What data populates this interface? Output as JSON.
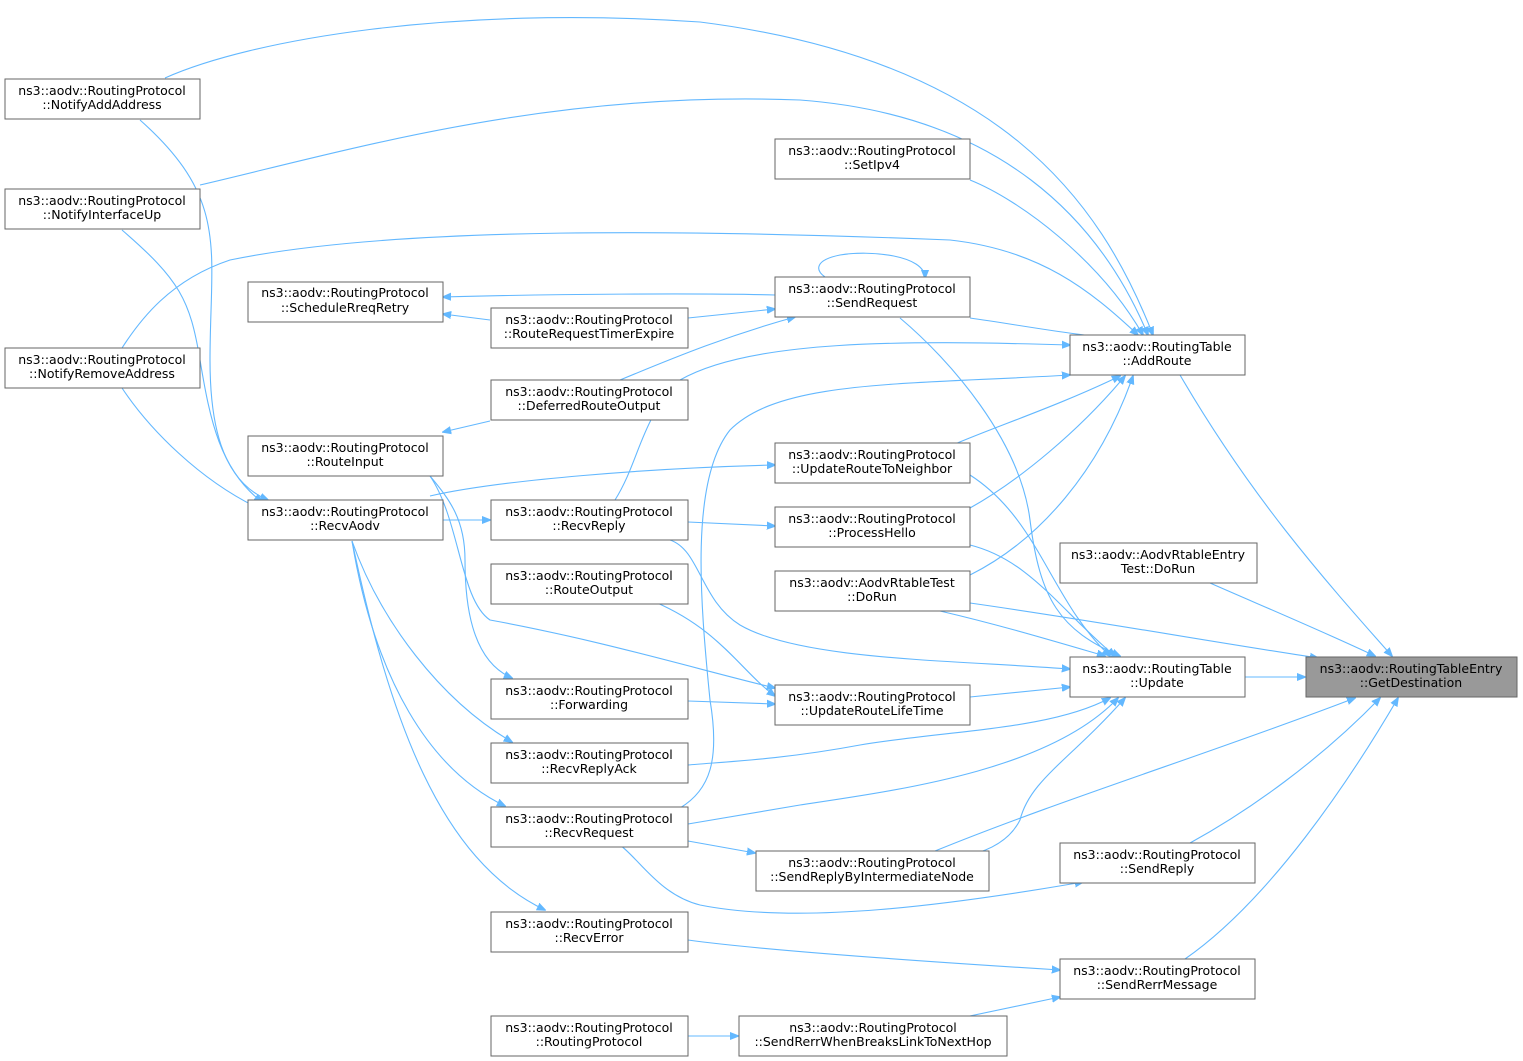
{
  "nodes": {
    "notify_add": {
      "line1": "ns3::aodv::RoutingProtocol",
      "line2": "::NotifyAddAddress"
    },
    "notify_up": {
      "line1": "ns3::aodv::RoutingProtocol",
      "line2": "::NotifyInterfaceUp"
    },
    "notify_remove": {
      "line1": "ns3::aodv::RoutingProtocol",
      "line2": "::NotifyRemoveAddress"
    },
    "sched_retry": {
      "line1": "ns3::aodv::RoutingProtocol",
      "line2": "::ScheduleRreqRetry"
    },
    "route_input": {
      "line1": "ns3::aodv::RoutingProtocol",
      "line2": "::RouteInput"
    },
    "recv_aodv": {
      "line1": "ns3::aodv::RoutingProtocol",
      "line2": "::RecvAodv"
    },
    "rreq_timer": {
      "line1": "ns3::aodv::RoutingProtocol",
      "line2": "::RouteRequestTimerExpire"
    },
    "deferred": {
      "line1": "ns3::aodv::RoutingProtocol",
      "line2": "::DeferredRouteOutput"
    },
    "recv_reply": {
      "line1": "ns3::aodv::RoutingProtocol",
      "line2": "::RecvReply"
    },
    "route_output": {
      "line1": "ns3::aodv::RoutingProtocol",
      "line2": "::RouteOutput"
    },
    "forwarding": {
      "line1": "ns3::aodv::RoutingProtocol",
      "line2": "::Forwarding"
    },
    "recv_reply_ack": {
      "line1": "ns3::aodv::RoutingProtocol",
      "line2": "::RecvReplyAck"
    },
    "recv_request": {
      "line1": "ns3::aodv::RoutingProtocol",
      "line2": "::RecvRequest"
    },
    "recv_error": {
      "line1": "ns3::aodv::RoutingProtocol",
      "line2": "::RecvError"
    },
    "routing_proto": {
      "line1": "ns3::aodv::RoutingProtocol",
      "line2": "::RoutingProtocol"
    },
    "set_ipv4": {
      "line1": "ns3::aodv::RoutingProtocol",
      "line2": "::SetIpv4"
    },
    "send_request": {
      "line1": "ns3::aodv::RoutingProtocol",
      "line2": "::SendRequest"
    },
    "update_nbr": {
      "line1": "ns3::aodv::RoutingProtocol",
      "line2": "::UpdateRouteToNeighbor"
    },
    "process_hello": {
      "line1": "ns3::aodv::RoutingProtocol",
      "line2": "::ProcessHello"
    },
    "aodv_test": {
      "line1": "ns3::aodv::AodvRtableTest",
      "line2": "::DoRun"
    },
    "update_life": {
      "line1": "ns3::aodv::RoutingProtocol",
      "line2": "::UpdateRouteLifeTime"
    },
    "send_reply_im": {
      "line1": "ns3::aodv::RoutingProtocol",
      "line2": "::SendReplyByIntermediateNode"
    },
    "send_rerr_brk": {
      "line1": "ns3::aodv::RoutingProtocol",
      "line2": "::SendRerrWhenBreaksLinkToNextHop"
    },
    "add_route": {
      "line1": "ns3::aodv::RoutingTable",
      "line2": "::AddRoute"
    },
    "entry_test": {
      "line1": "ns3::aodv::AodvRtableEntry",
      "line2": "Test::DoRun"
    },
    "rt_update": {
      "line1": "ns3::aodv::RoutingTable",
      "line2": "::Update"
    },
    "send_reply": {
      "line1": "ns3::aodv::RoutingProtocol",
      "line2": "::SendReply"
    },
    "send_rerr_msg": {
      "line1": "ns3::aodv::RoutingProtocol",
      "line2": "::SendRerrMessage"
    },
    "get_dest": {
      "line1": "ns3::aodv::RoutingTableEntry",
      "line2": "::GetDestination"
    }
  },
  "colors": {
    "edge": "#63b8ff",
    "node_border": "#666666",
    "root_fill": "#999999",
    "node_fill": "#ffffff"
  }
}
